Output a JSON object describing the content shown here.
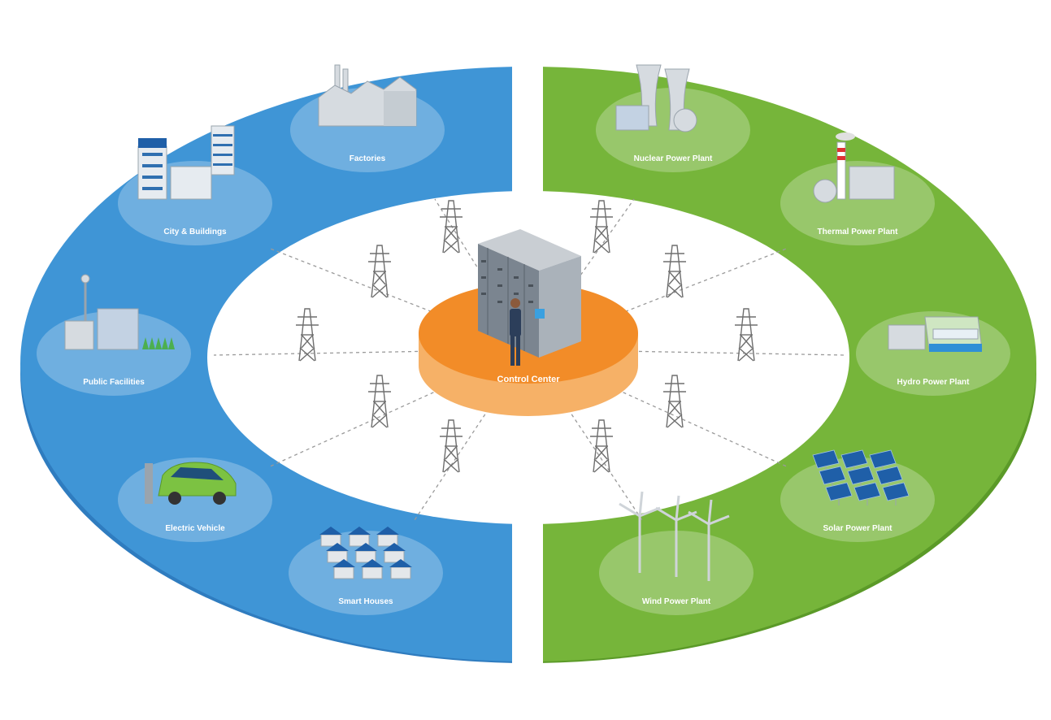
{
  "colors": {
    "consumer_ring": "#3f95d6",
    "consumer_ring_side": "#2f7cbf",
    "supply_ring": "#76b53a",
    "supply_ring_side": "#5b9a28",
    "hub_top": "#f28c28",
    "hub_side": "#f6b167",
    "node_disc": "#ffffff",
    "label_text": "#ffffff"
  },
  "hub": {
    "label": "Control Center",
    "icon": "server-rack-operator-icon"
  },
  "consumers": [
    {
      "label": "Factories",
      "icon": "factory-icon"
    },
    {
      "label": "City & Buildings",
      "icon": "city-buildings-icon"
    },
    {
      "label": "Public Facilities",
      "icon": "public-facilities-icon"
    },
    {
      "label": "Electric Vehicle",
      "icon": "electric-vehicle-icon"
    },
    {
      "label": "Smart Houses",
      "icon": "smart-houses-icon"
    }
  ],
  "producers": [
    {
      "label": "Nuclear Power Plant",
      "icon": "nuclear-plant-icon"
    },
    {
      "label": "Thermal Power Plant",
      "icon": "thermal-plant-icon"
    },
    {
      "label": "Hydro Power Plant",
      "icon": "hydro-plant-icon"
    },
    {
      "label": "Solar Power Plant",
      "icon": "solar-plant-icon"
    },
    {
      "label": "Wind Power Plant",
      "icon": "wind-plant-icon"
    }
  ],
  "pylon_icon": "transmission-tower-icon"
}
